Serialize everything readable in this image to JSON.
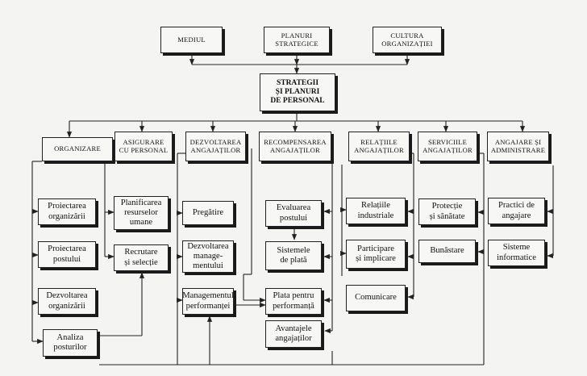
{
  "top_sources": {
    "mediul": "MEDIUL",
    "planuri": "PLANURI\nSTRATEGICE",
    "cultura": "CULTURA\nORGANIZAȚIEI"
  },
  "center": "STRATEGII\nȘI PLANURI\nDE PERSONAL",
  "functions": {
    "organizare": "ORGANIZARE",
    "asigurare": "ASIGURARE\nCU PERSONAL",
    "dezvoltarea": "DEZVOLTAREA\nANGAJAȚILOR",
    "recompensarea": "RECOMPENSAREA\nANGAJAȚILOR",
    "relatiile": "RELAȚIILE\nANGAJAȚILOR",
    "serviciile": "SERVICIILE\nANGAJAȚILOR",
    "angajare": "ANGAJARE ȘI\nADMINISTRARE"
  },
  "activities": {
    "proiectarea_organizarii": "Proiectarea\norganizării",
    "proiectarea_postului": "Proiectarea\npostului",
    "dezvoltarea_organizarii": "Dezvoltarea\norganizării",
    "analiza_posturilor": "Analiza\nposturilor",
    "planificarea_resurselor": "Planificarea\nresurselor\numane",
    "recrutare_selectie": "Recrutare\nși selecție",
    "pregatire": "Pregătire",
    "dezvoltarea_managementului": "Dezvoltarea\nmanage-\nmentului",
    "managementul_performantei": "Managementul\nperformanței",
    "evaluarea_postului": "Evaluarea\npostului",
    "sistemele_plata": "Sistemele\nde plată",
    "plata_performanta": "Plata pentru\nperformanță",
    "avantajele_angajatilor": "Avantajele\nangajaților",
    "relatiile_industriale": "Relațiile\nindustriale",
    "participare_implicare": "Participare\nși implicare",
    "comunicare": "Comunicare",
    "protectie_sanatate": "Protecție\nși sănătate",
    "bunastare": "Bunăstare",
    "practici_angajare": "Practici de\nangajare",
    "sisteme_informatice": "Sisteme\ninformatice"
  }
}
